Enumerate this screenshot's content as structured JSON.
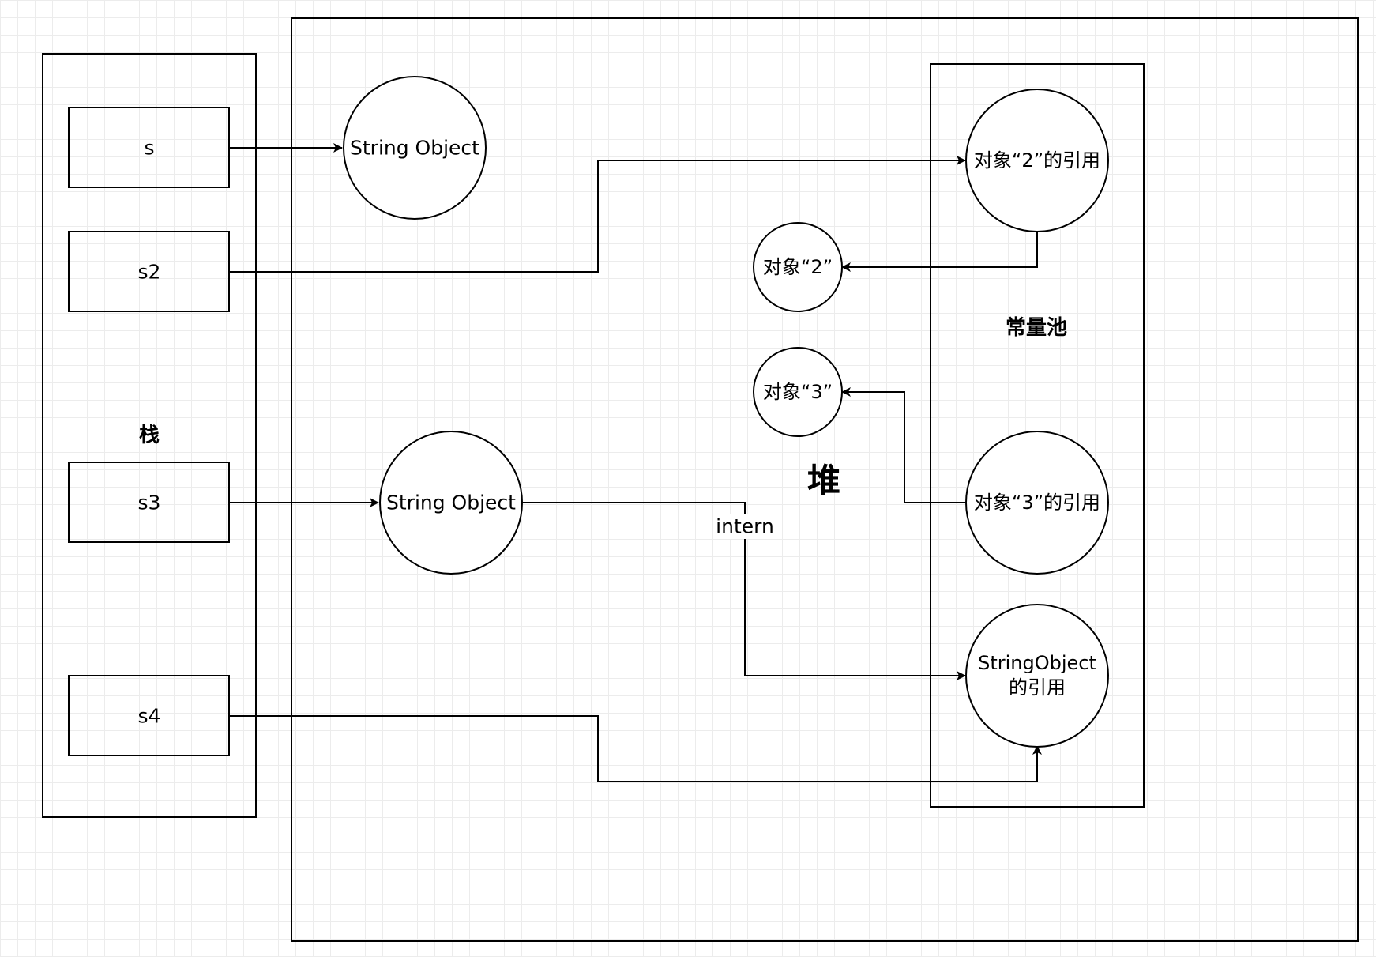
{
  "stack": {
    "title": "栈",
    "vars": [
      "s",
      "s2",
      "s3",
      "s4"
    ]
  },
  "heap": {
    "title": "堆",
    "string_object_1": "String Object",
    "string_object_2": "String Object",
    "obj2": "对象“2”",
    "obj3": "对象“3”"
  },
  "pool": {
    "title": "常量池",
    "ref2": "对象“2”的引用",
    "ref3": "对象“3”的引用",
    "ref_so_line1": "StringObject",
    "ref_so_line2": "的引用"
  },
  "edges": {
    "intern_label": "intern"
  }
}
